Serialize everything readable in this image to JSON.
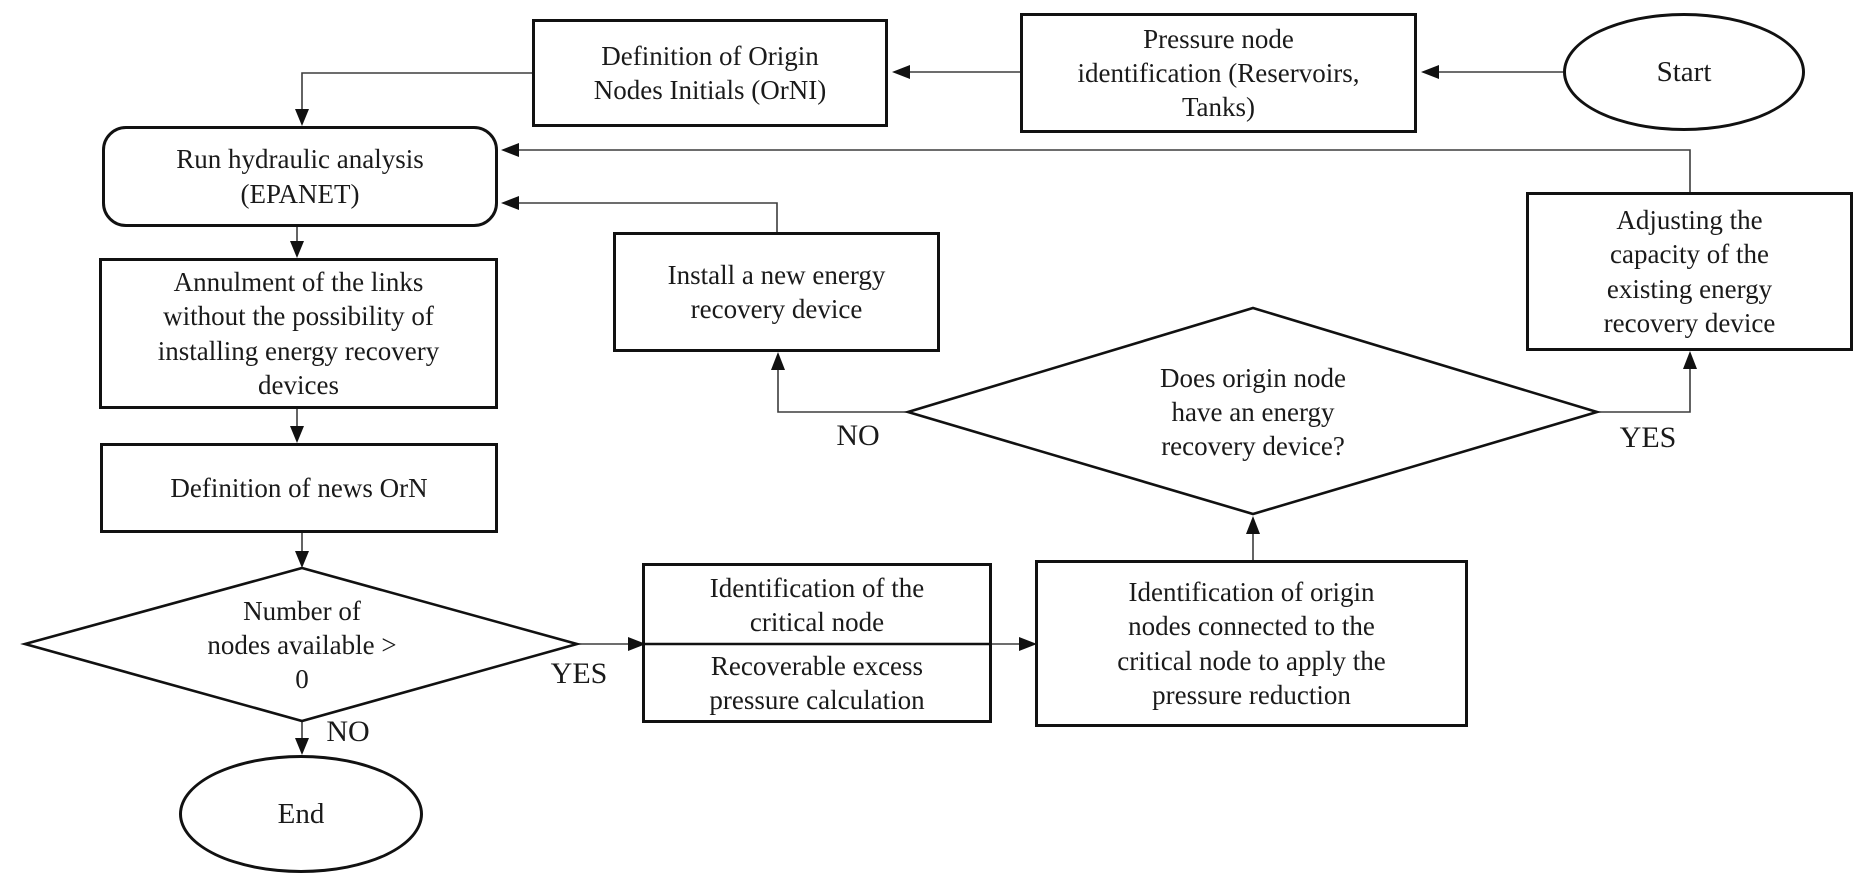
{
  "flowchart": {
    "nodes": {
      "start": {
        "label": "Start"
      },
      "pressure_node_identification": {
        "lines": [
          "Pressure node",
          "identification (Reservoirs,",
          "Tanks)"
        ]
      },
      "definition_orni": {
        "lines": [
          "Definition of Origin",
          "Nodes Initials (OrNI)"
        ]
      },
      "run_hydraulic_analysis": {
        "lines": [
          "Run hydraulic analysis",
          "(EPANET)"
        ]
      },
      "annulment_links": {
        "lines": [
          "Annulment of the links",
          "without the possibility of",
          "installing energy recovery",
          "devices"
        ]
      },
      "definition_news_orn": {
        "lines": [
          "Definition of news OrN"
        ]
      },
      "nodes_available_decision": {
        "lines": [
          "Number of",
          "nodes available >",
          "0"
        ]
      },
      "end": {
        "label": "End"
      },
      "critical_node_identification": {
        "top_lines": [
          "Identification of the",
          "critical node"
        ],
        "bottom_lines": [
          "Recoverable excess",
          "pressure calculation"
        ]
      },
      "origin_nodes_identification": {
        "lines": [
          "Identification of origin",
          "nodes connected to the",
          "critical node to apply the",
          "pressure reduction"
        ]
      },
      "energy_device_decision": {
        "lines": [
          "Does origin node",
          "have an energy",
          "recovery device?"
        ]
      },
      "install_device": {
        "lines": [
          "Install a new energy",
          "recovery device"
        ]
      },
      "adjust_capacity": {
        "lines": [
          "Adjusting the",
          "capacity of the",
          "existing energy",
          "recovery device"
        ]
      }
    },
    "edge_labels": {
      "nodes_available_yes": "YES",
      "nodes_available_no": "NO",
      "energy_device_no": "NO",
      "energy_device_yes": "YES"
    },
    "colors": {
      "background": "#ffffff",
      "shape_border": "#111111",
      "connector": "#3d3d3d",
      "text": "#1a1a1a"
    }
  }
}
